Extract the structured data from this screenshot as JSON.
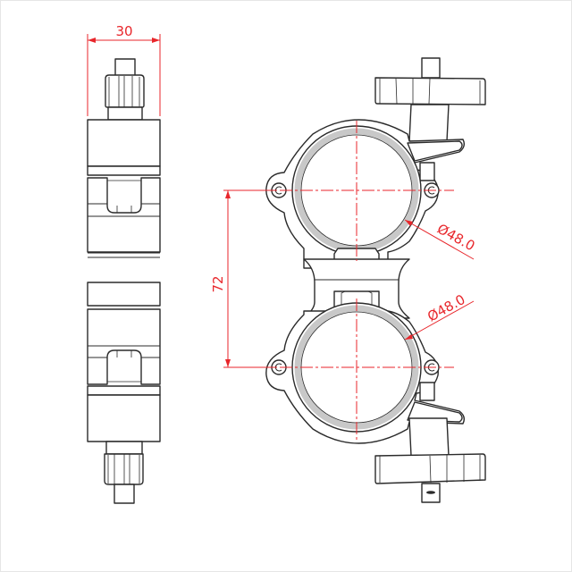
{
  "drawing": {
    "subject": "Double swivel clamp technical drawing",
    "views": [
      "side-view",
      "front-view"
    ],
    "colors": {
      "outline": "#2b2b2b",
      "dimension": "#e8262b",
      "pipe_section": "#c8c8c8",
      "background": "#ffffff"
    }
  },
  "dimensions": {
    "width": {
      "label": "30",
      "value": 30,
      "unit": "mm"
    },
    "center_distance": {
      "label": "72",
      "value": 72,
      "unit": "mm"
    },
    "upper_diameter": {
      "label": "Ø48.0",
      "symbol": "Ø",
      "value": "48.0",
      "unit": "mm"
    },
    "lower_diameter": {
      "label": "Ø48.0",
      "symbol": "Ø",
      "value": "48.0",
      "unit": "mm"
    }
  }
}
